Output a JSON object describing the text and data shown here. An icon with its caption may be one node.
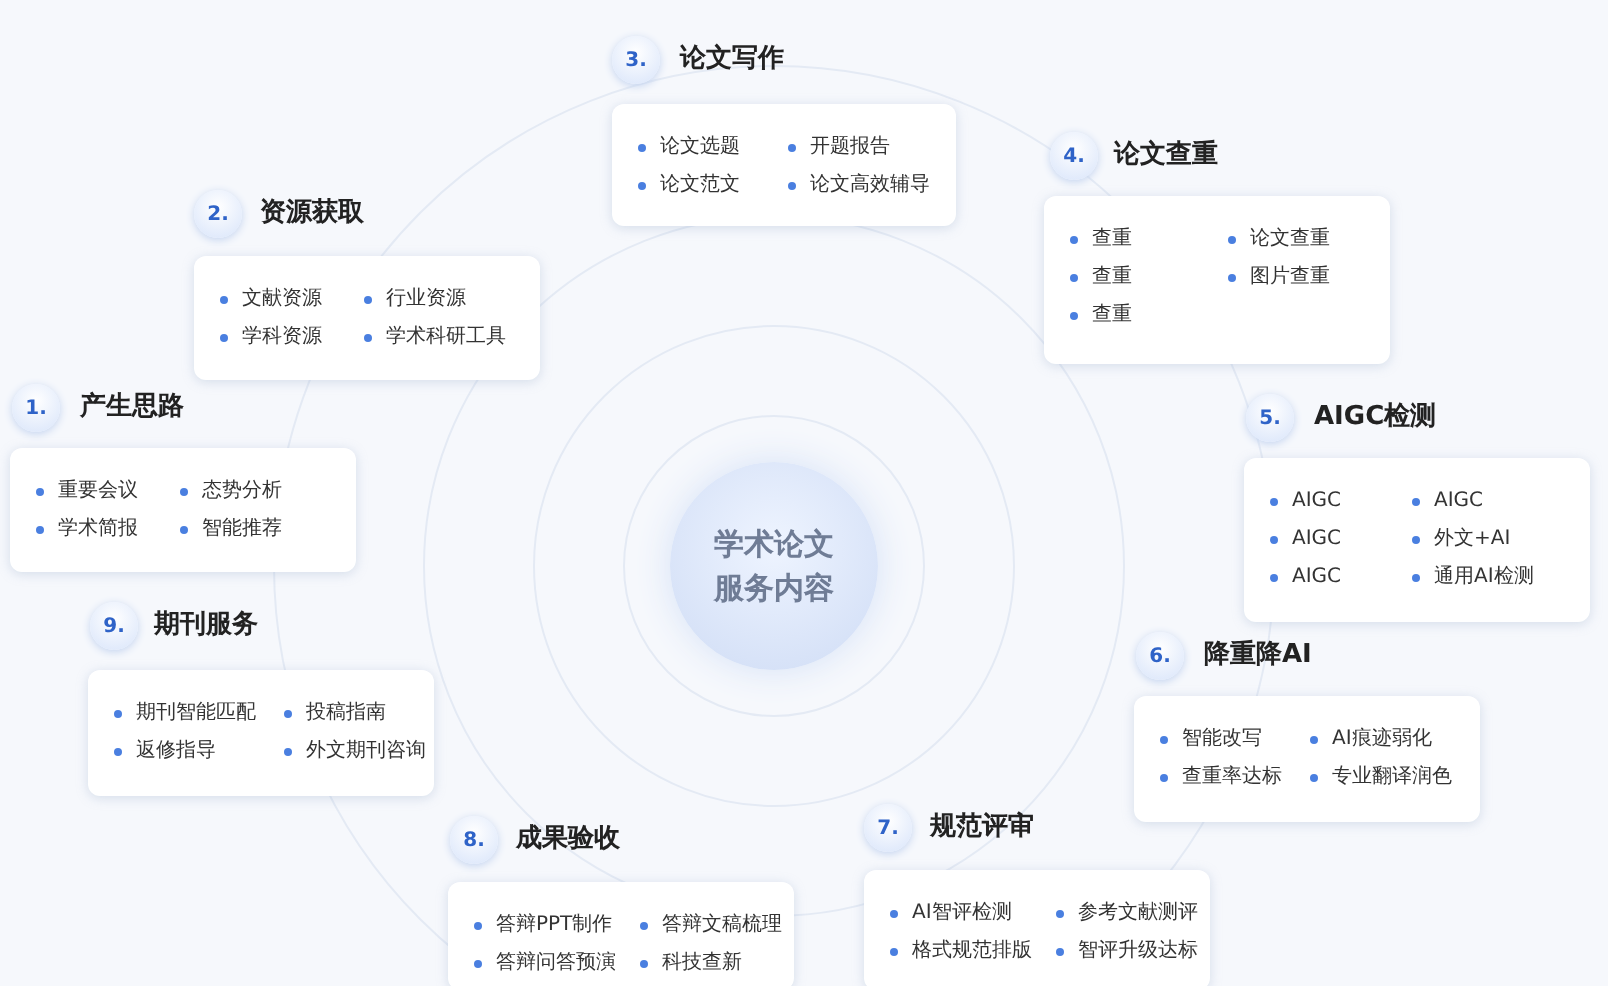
{
  "diagram": {
    "nodes": [
      {
        "text": [
          "学术论文服务内容"
        ]
      },
      {
        "text": [
          "产生思路",
          "重要会议",
          "态势分析",
          "学术简报",
          "智能推荐"
        ]
      },
      {
        "text": [
          "1."
        ]
      },
      {
        "text": [
          "资源获取",
          "文献资源",
          "行业资源",
          "学科资源",
          "学术科研工具"
        ]
      },
      {
        "text": [
          "2."
        ]
      },
      {
        "text": [
          "论文写作",
          "论文选题",
          "开题报告",
          "论文范文",
          "论文高效辅导"
        ]
      },
      {
        "text": [
          "3."
        ]
      },
      {
        "text": [
          "论文查重",
          "查重",
          "论文查重",
          "查重",
          "图片查重",
          "查重"
        ]
      },
      {
        "text": [
          "4."
        ]
      },
      {
        "text": [
          "AIGC检测",
          "AIGC",
          "AIGC",
          "AIGC",
          "外文+AI",
          "AIGC",
          "通用AI检测"
        ]
      },
      {
        "text": [
          "5."
        ]
      },
      {
        "text": [
          "降重降AI",
          "智能改写",
          "AI痕迹弱化",
          "查重率达标",
          "专业翻译润色"
        ]
      },
      {
        "text": [
          "6."
        ]
      },
      {
        "text": [
          "规范评审",
          "AI智评检测",
          "参考文献测评",
          "格式规范排版",
          "智评升级达标"
        ]
      },
      {
        "text": [
          "7."
        ]
      },
      {
        "text": [
          "成果验收",
          "答辩PPT制作",
          "答辩文稿梳理",
          "答辩问答预演",
          "科技查新"
        ]
      },
      {
        "text": [
          "8."
        ]
      },
      {
        "text": [
          "期刊服务",
          "期刊智能匹配",
          "投稿指南",
          "返修指导",
          "外文期刊咨询"
        ]
      },
      {
        "text": [
          "9."
        ]
      }
    ]
  }
}
